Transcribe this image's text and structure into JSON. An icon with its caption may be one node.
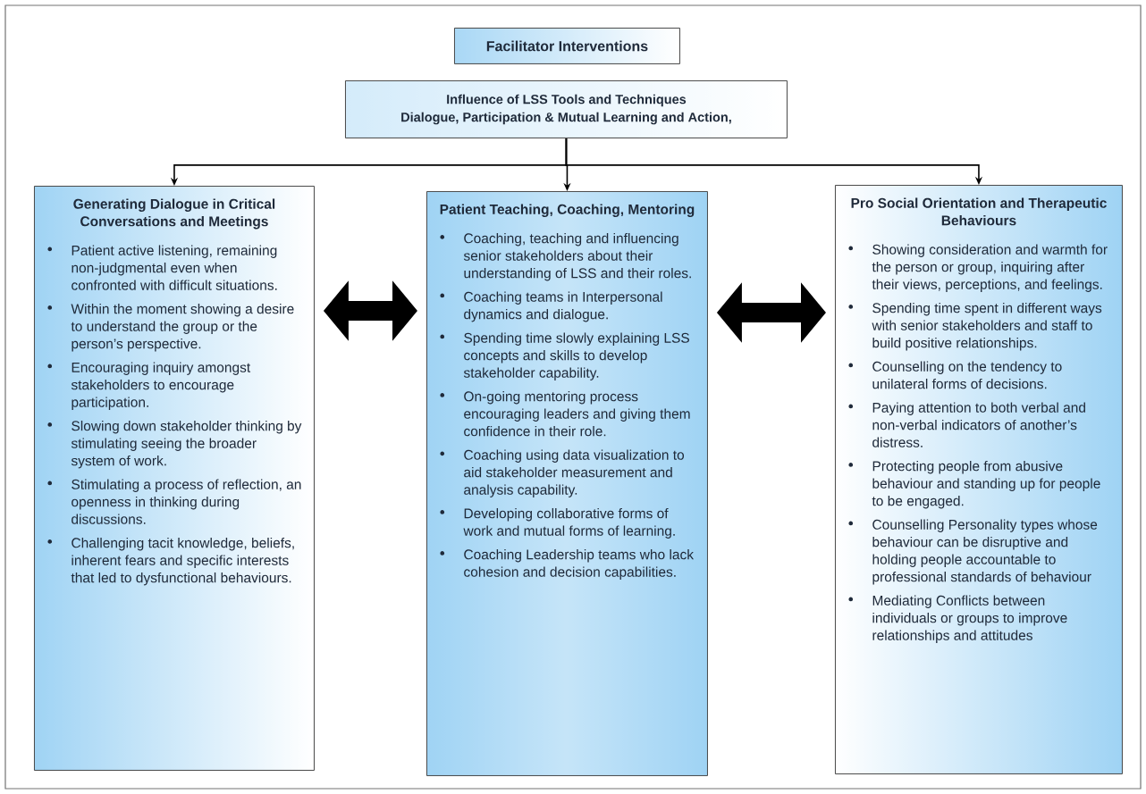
{
  "diagram": {
    "nodes": [
      {
        "text": [
          "Facilitator Interventions"
        ]
      },
      {
        "text": [
          "Influence of LSS Tools and Techniques",
          "Dialogue, Participation & Mutual Learning and Action,"
        ]
      },
      {
        "text": [
          "Generating Dialogue in Critical Conversations and Meetings",
          "Patient active listening, remaining non-judgmental even when confronted with difficult situations.",
          "Within the moment showing a desire to understand the group or the person’s perspective.",
          "Encouraging inquiry amongst stakeholders to encourage participation.",
          "Slowing down stakeholder thinking by stimulating seeing the broader system of work.",
          "Stimulating a process of reflection, an openness in thinking during discussions.",
          "Challenging tacit knowledge, beliefs, inherent fears and specific interests that led to dysfunctional behaviours."
        ]
      },
      {
        "text": [
          "Patient Teaching, Coaching, Mentoring",
          "Coaching, teaching and influencing senior stakeholders about their understanding of LSS and their roles.",
          "Coaching teams in Interpersonal dynamics and dialogue.",
          "Spending time slowly explaining LSS concepts and skills to develop stakeholder capability.",
          "On-going mentoring process encouraging leaders and giving them confidence in their role.",
          "Coaching using data visualization to aid stakeholder measurement and analysis capability.",
          "Developing collaborative forms of work and mutual forms of learning.",
          "Coaching Leadership teams who lack cohesion and decision capabilities."
        ]
      },
      {
        "text": [
          "Pro Social Orientation and Therapeutic Behaviours",
          "Showing consideration and warmth for the person or group, inquiring after their views, perceptions, and feelings.",
          "Spending time spent in different ways with senior stakeholders and staff to build positive relationships.",
          "Counselling on the tendency to unilateral forms of decisions.",
          "Paying attention to both verbal and non-verbal indicators of another’s distress.",
          "Protecting people from abusive behaviour and standing up for people to be engaged.",
          "Counselling Personality types whose behaviour can be disruptive and holding people accountable to professional standards of behaviour",
          "Mediating Conflicts between individuals or groups to improve relationships and attitudes"
        ]
      }
    ],
    "edges": [
      {
        "from": 1,
        "to": 2,
        "arrow": "to"
      },
      {
        "from": 1,
        "to": 3,
        "arrow": "to"
      },
      {
        "from": 1,
        "to": 4,
        "arrow": "to"
      },
      {
        "from": 2,
        "to": 3,
        "arrow": "both",
        "style": "thick"
      },
      {
        "from": 3,
        "to": 4,
        "arrow": "both",
        "style": "thick"
      }
    ]
  }
}
